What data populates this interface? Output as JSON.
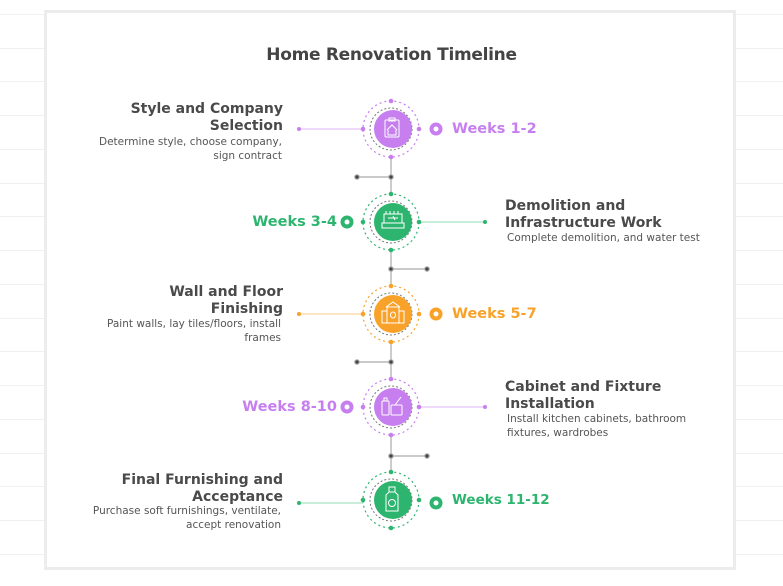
{
  "title": "Home Renovation Timeline",
  "colors": {
    "purple": "#c77ff0",
    "green": "#2db56f",
    "orange": "#f8a22a",
    "connector": "#444444",
    "heading": "#4a4a4a",
    "description": "#555555"
  },
  "steps": [
    {
      "heading_line1": "Style and Company",
      "heading_line2": "Selection",
      "desc_line1": "Determine style, choose company,",
      "desc_line2": "sign contract",
      "weeks": "Weeks 1-2",
      "color": "purple",
      "text_side": "left",
      "icon": "clipboard-house-icon"
    },
    {
      "heading_line1": "Demolition and",
      "heading_line2": "Infrastructure Work",
      "desc_line1": "Complete demolition, and water test",
      "desc_line2": "",
      "weeks": "Weeks 3-4",
      "color": "green",
      "text_side": "right",
      "icon": "construction-icon"
    },
    {
      "heading_line1": "Wall and Floor",
      "heading_line2": "Finishing",
      "desc_line1": "Paint walls, lay tiles/floors, install",
      "desc_line2": "frames",
      "weeks": "Weeks 5-7",
      "color": "orange",
      "text_side": "left",
      "icon": "building-icon"
    },
    {
      "heading_line1": "Cabinet and Fixture",
      "heading_line2": "Installation",
      "desc_line1": "Install kitchen cabinets, bathroom",
      "desc_line2": "fixtures, wardrobes",
      "weeks": "Weeks 8-10",
      "color": "purple",
      "text_side": "right",
      "icon": "cleaning-supplies-icon"
    },
    {
      "heading_line1": "Final Furnishing and",
      "heading_line2": "Acceptance",
      "desc_line1": "Purchase soft furnishings, ventilate,",
      "desc_line2": "accept renovation",
      "weeks": "Weeks 11-12",
      "color": "green",
      "text_side": "left",
      "icon": "diffuser-bottle-icon"
    }
  ]
}
